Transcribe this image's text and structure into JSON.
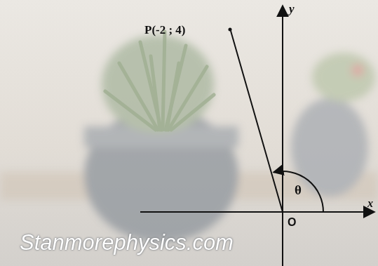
{
  "diagram": {
    "labels": [
      "P(-2 ; 4)",
      "y",
      "x",
      "O",
      "θ",
      "Stanmorephysics.com"
    ]
  }
}
